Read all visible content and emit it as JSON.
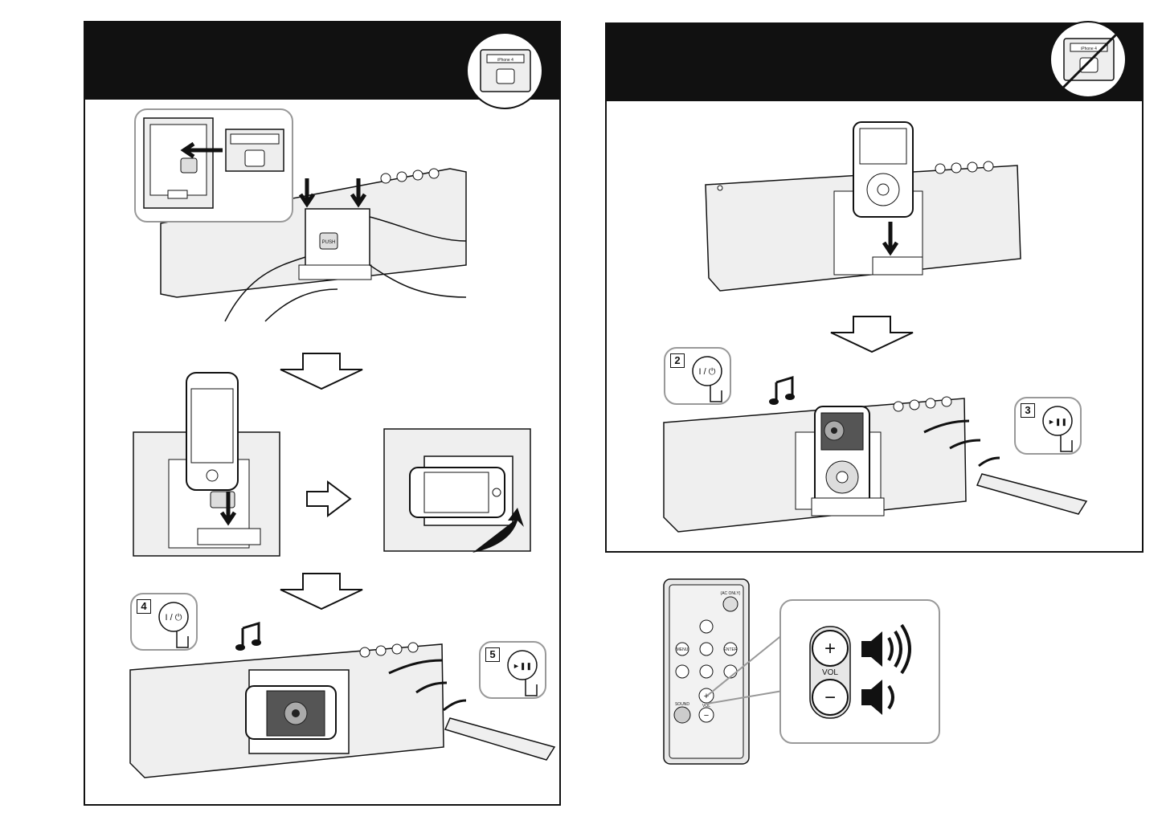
{
  "left_panel": {
    "adapter_attached_label": "iPhone 4",
    "push_label": "PUSH",
    "step4_number": "4",
    "step5_number": "5",
    "power_symbol": "I / ⏻",
    "play_pause_symbol": "►❚❚"
  },
  "right_panel": {
    "adapter_removed_label": "iPhone 4",
    "step2_number": "2",
    "step3_number": "3",
    "power_symbol": "I / ⏻",
    "play_pause_symbol": "►❚❚"
  },
  "remote": {
    "ac_only_label": "(AC ONLY)",
    "menu_label": "MENU",
    "enter_label": "ENTER",
    "sound_label": "SOUND",
    "vol_label": "VOL",
    "plus_symbol": "+",
    "minus_symbol": "−"
  },
  "volume_callout": {
    "vol_label": "VOL",
    "plus_symbol": "+",
    "minus_symbol": "−"
  },
  "colors": {
    "header": "#111111",
    "line": "#111111",
    "callout_border": "#999999",
    "speaker_fill": "#efefef"
  }
}
